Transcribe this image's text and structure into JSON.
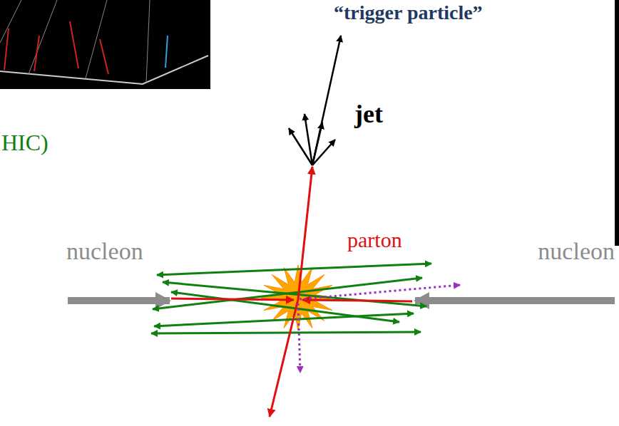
{
  "diagram": {
    "labels": [
      "“trigger particle”",
      "jet",
      "HIC)",
      "parton",
      "nucleon",
      "nucleon"
    ]
  }
}
